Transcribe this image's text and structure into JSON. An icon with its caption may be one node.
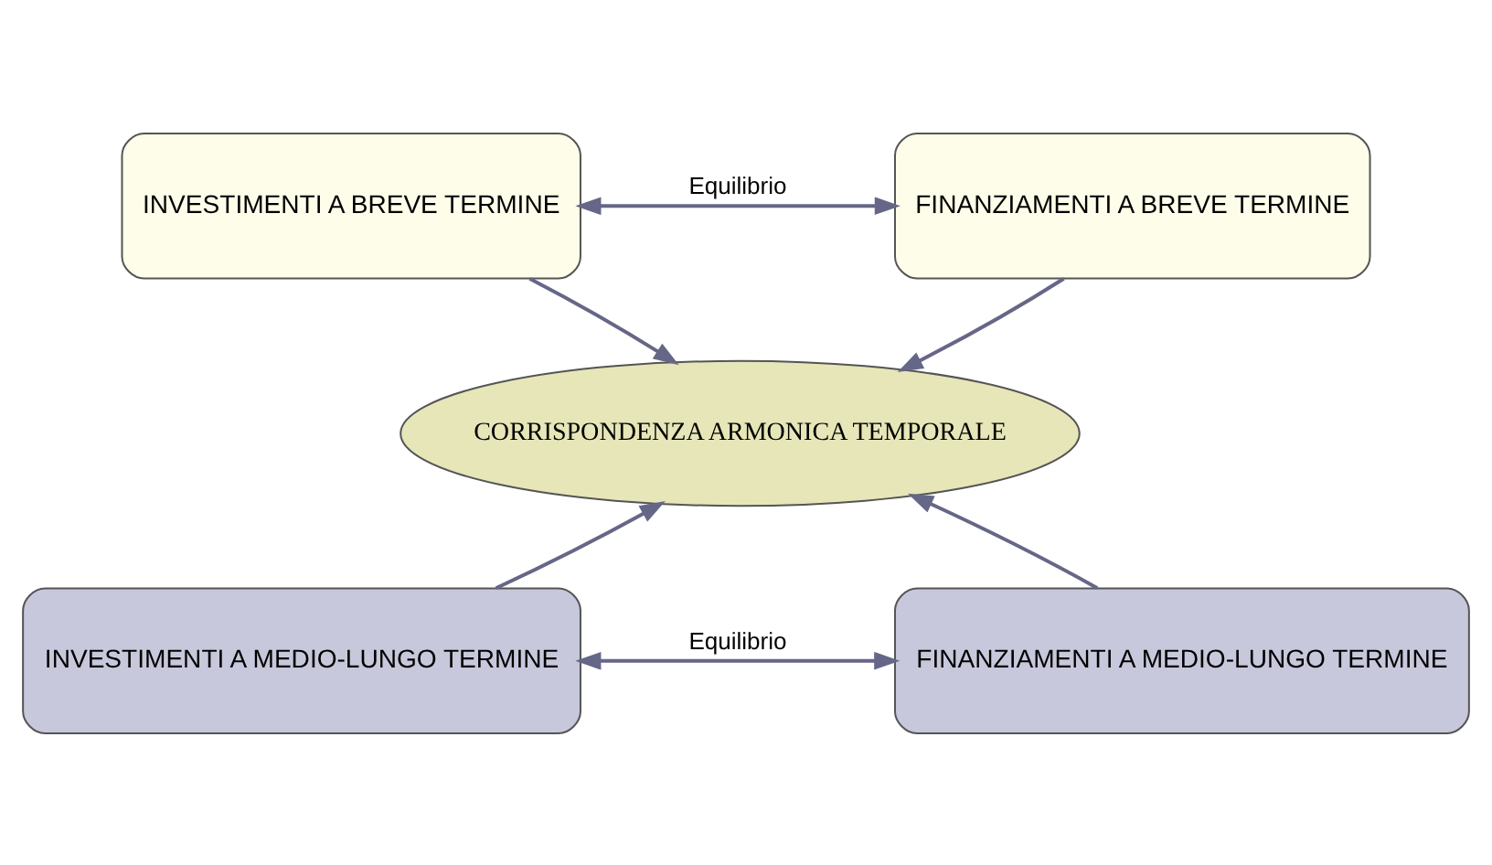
{
  "diagram": {
    "nodes": [
      {
        "text": [
          "INVESTIMENTI A BREVE TERMINE"
        ]
      },
      {
        "text": [
          "FINANZIAMENTI A BREVE TERMINE"
        ]
      },
      {
        "text": [
          "CORRISPONDENZA ARMONICA TEMPORALE"
        ]
      },
      {
        "text": [
          "INVESTIMENTI A MEDIO-LUNGO TERMINE"
        ]
      },
      {
        "text": [
          "FINANZIAMENTI A MEDIO-LUNGO TERMINE"
        ]
      }
    ],
    "edges": [
      {
        "from": 0,
        "to": 1,
        "arrow": "both",
        "label": "Equilibrio"
      },
      {
        "from": 0,
        "to": 2,
        "arrow": "to"
      },
      {
        "from": 1,
        "to": 2,
        "arrow": "to"
      },
      {
        "from": 3,
        "to": 2,
        "arrow": "to"
      },
      {
        "from": 4,
        "to": 2,
        "arrow": "to"
      },
      {
        "from": 3,
        "to": 4,
        "arrow": "both",
        "label": "Equilibrio"
      }
    ]
  }
}
